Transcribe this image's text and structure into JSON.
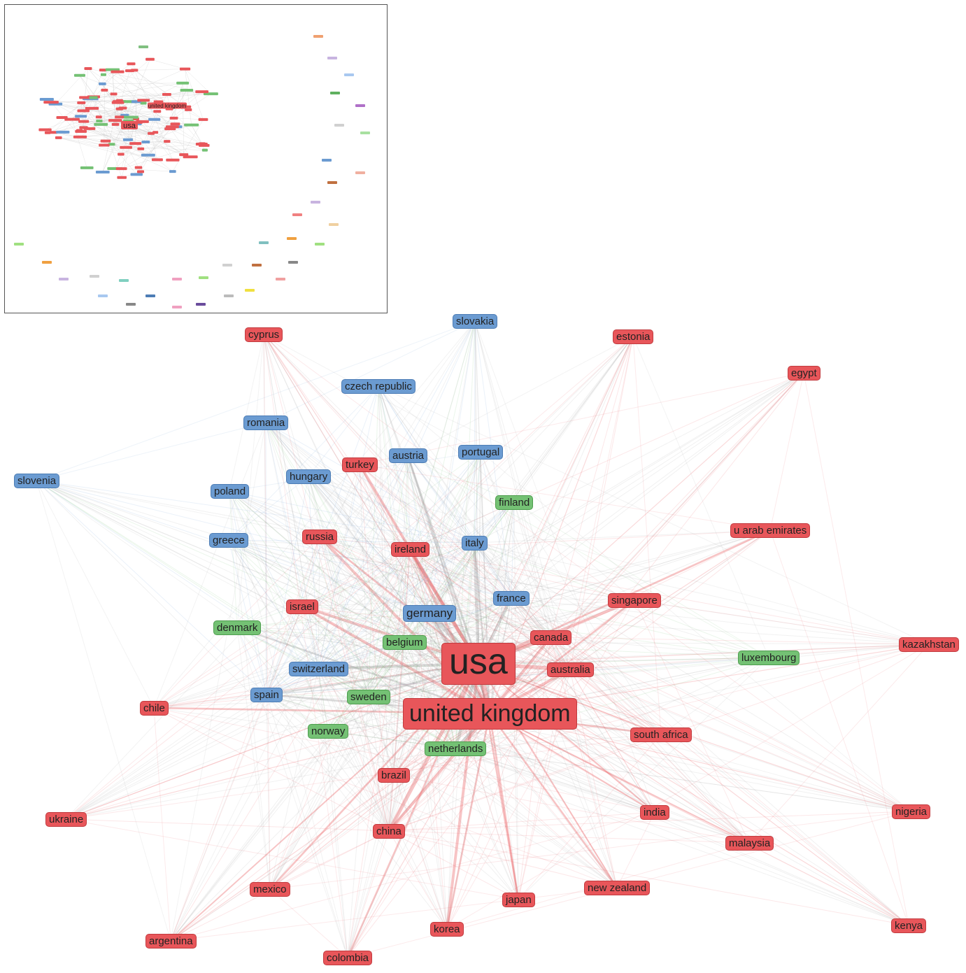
{
  "colors": {
    "red": "#e8565a",
    "blue": "#6b9bd1",
    "green": "#74c174",
    "red_border": "#c23b3f",
    "blue_border": "#4d7db5",
    "green_border": "#4f9e4f"
  },
  "nodes": [
    {
      "id": "usa",
      "label": "usa",
      "group": "red"
    },
    {
      "id": "uk",
      "label": "united kingdom",
      "group": "red"
    },
    {
      "id": "germany",
      "label": "germany",
      "group": "blue"
    },
    {
      "id": "slovakia",
      "label": "slovakia",
      "group": "blue"
    },
    {
      "id": "cyprus",
      "label": "cyprus",
      "group": "red"
    },
    {
      "id": "estonia",
      "label": "estonia",
      "group": "red"
    },
    {
      "id": "egypt",
      "label": "egypt",
      "group": "red"
    },
    {
      "id": "czech",
      "label": "czech republic",
      "group": "blue"
    },
    {
      "id": "romania",
      "label": "romania",
      "group": "blue"
    },
    {
      "id": "portugal",
      "label": "portugal",
      "group": "blue"
    },
    {
      "id": "austria",
      "label": "austria",
      "group": "blue"
    },
    {
      "id": "turkey",
      "label": "turkey",
      "group": "red"
    },
    {
      "id": "hungary",
      "label": "hungary",
      "group": "blue"
    },
    {
      "id": "slovenia",
      "label": "slovenia",
      "group": "blue"
    },
    {
      "id": "poland",
      "label": "poland",
      "group": "blue"
    },
    {
      "id": "finland",
      "label": "finland",
      "group": "green"
    },
    {
      "id": "uae",
      "label": "u arab emirates",
      "group": "red"
    },
    {
      "id": "greece",
      "label": "greece",
      "group": "blue"
    },
    {
      "id": "russia",
      "label": "russia",
      "group": "red"
    },
    {
      "id": "ireland",
      "label": "ireland",
      "group": "red"
    },
    {
      "id": "italy",
      "label": "italy",
      "group": "blue"
    },
    {
      "id": "france",
      "label": "france",
      "group": "blue"
    },
    {
      "id": "singapore",
      "label": "singapore",
      "group": "red"
    },
    {
      "id": "israel",
      "label": "israel",
      "group": "red"
    },
    {
      "id": "denmark",
      "label": "denmark",
      "group": "green"
    },
    {
      "id": "canada",
      "label": "canada",
      "group": "red"
    },
    {
      "id": "belgium",
      "label": "belgium",
      "group": "green"
    },
    {
      "id": "kazakhstan",
      "label": "kazakhstan",
      "group": "red"
    },
    {
      "id": "switzerland",
      "label": "switzerland",
      "group": "blue"
    },
    {
      "id": "australia",
      "label": "australia",
      "group": "red"
    },
    {
      "id": "luxembourg",
      "label": "luxembourg",
      "group": "green"
    },
    {
      "id": "spain",
      "label": "spain",
      "group": "blue"
    },
    {
      "id": "sweden",
      "label": "sweden",
      "group": "green"
    },
    {
      "id": "chile",
      "label": "chile",
      "group": "red"
    },
    {
      "id": "norway",
      "label": "norway",
      "group": "green"
    },
    {
      "id": "southafrica",
      "label": "south africa",
      "group": "red"
    },
    {
      "id": "netherlands",
      "label": "netherlands",
      "group": "green"
    },
    {
      "id": "brazil",
      "label": "brazil",
      "group": "red"
    },
    {
      "id": "india",
      "label": "india",
      "group": "red"
    },
    {
      "id": "nigeria",
      "label": "nigeria",
      "group": "red"
    },
    {
      "id": "ukraine",
      "label": "ukraine",
      "group": "red"
    },
    {
      "id": "china",
      "label": "china",
      "group": "red"
    },
    {
      "id": "malaysia",
      "label": "malaysia",
      "group": "red"
    },
    {
      "id": "newzealand",
      "label": "new zealand",
      "group": "red"
    },
    {
      "id": "mexico",
      "label": "mexico",
      "group": "red"
    },
    {
      "id": "japan",
      "label": "japan",
      "group": "red"
    },
    {
      "id": "kenya",
      "label": "kenya",
      "group": "red"
    },
    {
      "id": "korea",
      "label": "korea",
      "group": "red"
    },
    {
      "id": "argentina",
      "label": "argentina",
      "group": "red"
    },
    {
      "id": "colombia",
      "label": "colombia",
      "group": "red"
    }
  ],
  "inset": {
    "labels": [
      "usa",
      "united kingdom"
    ]
  }
}
